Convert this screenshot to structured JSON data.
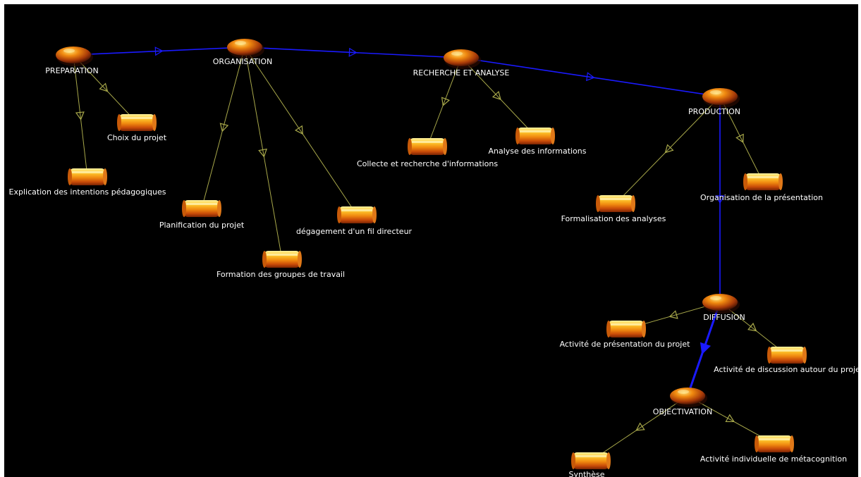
{
  "diagram": {
    "colors": {
      "background": "#000000",
      "main_edge": "#1a1aff",
      "sub_edge": "#a8a84a",
      "label": "#ffffff",
      "stage_node": "#d86a10",
      "task_node": "#f0a010"
    },
    "stages": [
      {
        "id": "preparation",
        "label": "PREPARATION"
      },
      {
        "id": "organisation",
        "label": "ORGANISATION"
      },
      {
        "id": "recherche",
        "label": "RECHERCHE ET ANALYSE"
      },
      {
        "id": "production",
        "label": "PRODUCTION"
      },
      {
        "id": "diffusion",
        "label": "DIFFUSION"
      },
      {
        "id": "objectivation",
        "label": "OBJECTIVATION"
      }
    ],
    "tasks": [
      {
        "id": "choix",
        "stage": "preparation",
        "label": "Choix du projet"
      },
      {
        "id": "explication",
        "stage": "preparation",
        "label": "Explication des intentions pédagogiques"
      },
      {
        "id": "planification",
        "stage": "organisation",
        "label": "Planification du projet"
      },
      {
        "id": "formation",
        "stage": "organisation",
        "label": "Formation des groupes de travail"
      },
      {
        "id": "degagement",
        "stage": "organisation",
        "label": "dégagement d'un fil directeur"
      },
      {
        "id": "collecte",
        "stage": "recherche",
        "label": "Collecte et recherche d'informations"
      },
      {
        "id": "analyse",
        "stage": "recherche",
        "label": "Analyse des informations"
      },
      {
        "id": "formalisation",
        "stage": "production",
        "label": "Formalisation des analyses"
      },
      {
        "id": "organisation_pres",
        "stage": "production",
        "label": "Organisation de la présentation"
      },
      {
        "id": "activite_pres",
        "stage": "diffusion",
        "label": "Activité de présentation du projet"
      },
      {
        "id": "activite_disc",
        "stage": "diffusion",
        "label": "Activité de discussion autour du proje"
      },
      {
        "id": "synthese",
        "stage": "objectivation",
        "label": "Synthèse"
      },
      {
        "id": "metacognition",
        "stage": "objectivation",
        "label": "Activité individuelle de métacognition"
      }
    ],
    "main_edges": [
      [
        "preparation",
        "organisation"
      ],
      [
        "organisation",
        "recherche"
      ],
      [
        "recherche",
        "production"
      ],
      [
        "production",
        "diffusion"
      ],
      [
        "diffusion",
        "objectivation"
      ]
    ]
  }
}
